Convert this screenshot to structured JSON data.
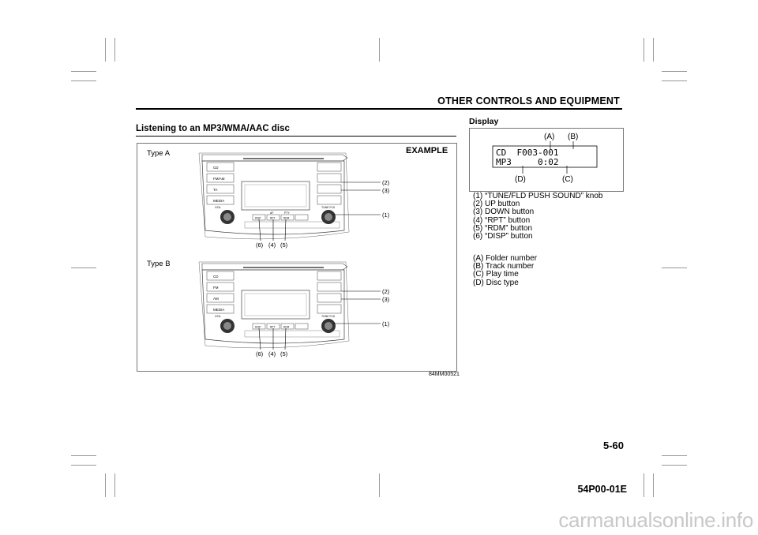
{
  "header": {
    "section": "OTHER CONTROLS AND EQUIPMENT"
  },
  "section_title": "Listening to an MP3/WMA/AAC disc",
  "figure": {
    "example_label": "EXAMPLE",
    "type_a": "Type A",
    "type_b": "Type B",
    "code": "84MM00521",
    "panel_a": {
      "cd": "CD",
      "fmam": "FM/AM",
      "ta": "TA",
      "media": "MEDIA",
      "vol": "VOL",
      "disp": "DISP",
      "rpt": "RPT",
      "rdm": "RDM",
      "tune": "TUNE FLD",
      "af": "AF",
      "pty": "PTY",
      "c1": "(1)",
      "c2": "(2)",
      "c3": "(3)",
      "c4": "(4)",
      "c5": "(5)",
      "c6": "(6)"
    },
    "panel_b": {
      "cd": "CD",
      "fm": "FM",
      "am": "AM",
      "media": "MEDIA",
      "vol": "VOL",
      "disp": "DISP",
      "rpt": "RPT",
      "rdm": "RDM",
      "tune": "TUNE FLD",
      "c1": "(1)",
      "c2": "(2)",
      "c3": "(3)",
      "c4": "(4)",
      "c5": "(5)",
      "c6": "(6)"
    }
  },
  "display": {
    "title": "Display",
    "line1": "CD  F003-001",
    "line2": "MP3     0:02",
    "a": "(A)",
    "b": "(B)",
    "c": "(C)",
    "d": "(D)"
  },
  "legend": [
    "(1) “TUNE/FLD PUSH SOUND” knob",
    "(2) UP button",
    "(3) DOWN button",
    "(4) “RPT” button",
    "(5) “RDM” button",
    "(6) “DISP” button"
  ],
  "legend2": [
    "(A) Folder number",
    "(B) Track number",
    "(C) Play time",
    "(D) Disc type"
  ],
  "page_number": "5-60",
  "doc_code": "54P00-01E",
  "footer_watermark": "carmanualsonline.info"
}
